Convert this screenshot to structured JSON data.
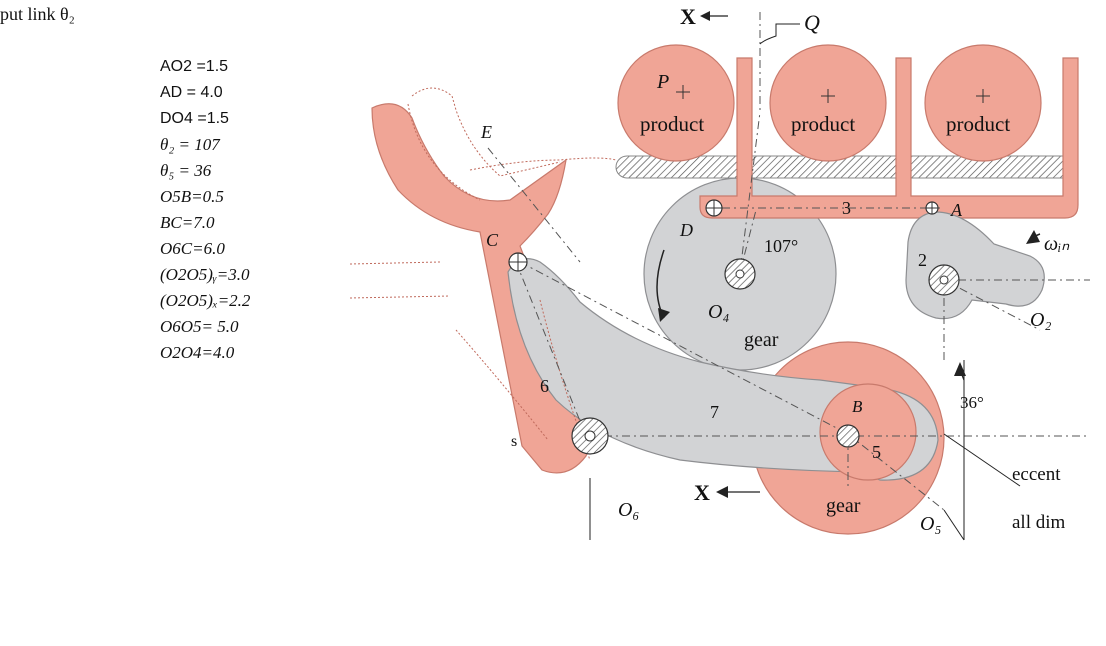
{
  "header": {
    "text": "put link θ₂"
  },
  "params": [
    {
      "text": "AO2  =1.5",
      "style": "sans"
    },
    {
      "text": "AD    = 4.0",
      "style": "sans"
    },
    {
      "text": "DO4  =1.5",
      "style": "sans"
    },
    {
      "text": "θ₂ = 107",
      "style": "ser"
    },
    {
      "text": "θ₅ = 36",
      "style": "ser"
    },
    {
      "text": "O5B=0.5",
      "style": "ser"
    },
    {
      "text": "BC=7.0",
      "style": "ser"
    },
    {
      "text": "O6C=6.0",
      "style": "ser"
    },
    {
      "text": "(O2O5)ᵧ=3.0",
      "style": "ser"
    },
    {
      "text": "(O2O5)ₓ=2.2",
      "style": "ser"
    },
    {
      "text": "O6O5= 5.0",
      "style": "ser"
    },
    {
      "text": "O2O4=4.0",
      "style": "ser"
    }
  ],
  "diagram": {
    "products": [
      "product",
      "product",
      "product"
    ],
    "force_P": "P",
    "force_Q": "Q",
    "axis_X_top": "X",
    "axis_X_bottom": "X",
    "joint_E": "E",
    "joint_C": "C",
    "joint_D": "D",
    "joint_A": "A",
    "joint_B": "B",
    "link_2": "2",
    "link_3": "3",
    "link_5": "5",
    "link_6": "6",
    "link_7": "7",
    "pivot_O2": "O₂",
    "pivot_O4": "O₄",
    "pivot_O5": "O₅",
    "pivot_O6": "O₆",
    "angle_107": "107°",
    "angle_36": "36°",
    "omega_in": "ωᵢₙ",
    "gear_upper": "gear",
    "gear_lower": "gear",
    "slider_s": "s",
    "note_eccent": "eccent",
    "note_all_dim": "all dim"
  },
  "colors": {
    "salmon": "#f0a596",
    "salmon_dark": "#c87a6c",
    "gray": "#d2d3d5",
    "gray_dark": "#8e8f92",
    "ink": "#111111"
  }
}
